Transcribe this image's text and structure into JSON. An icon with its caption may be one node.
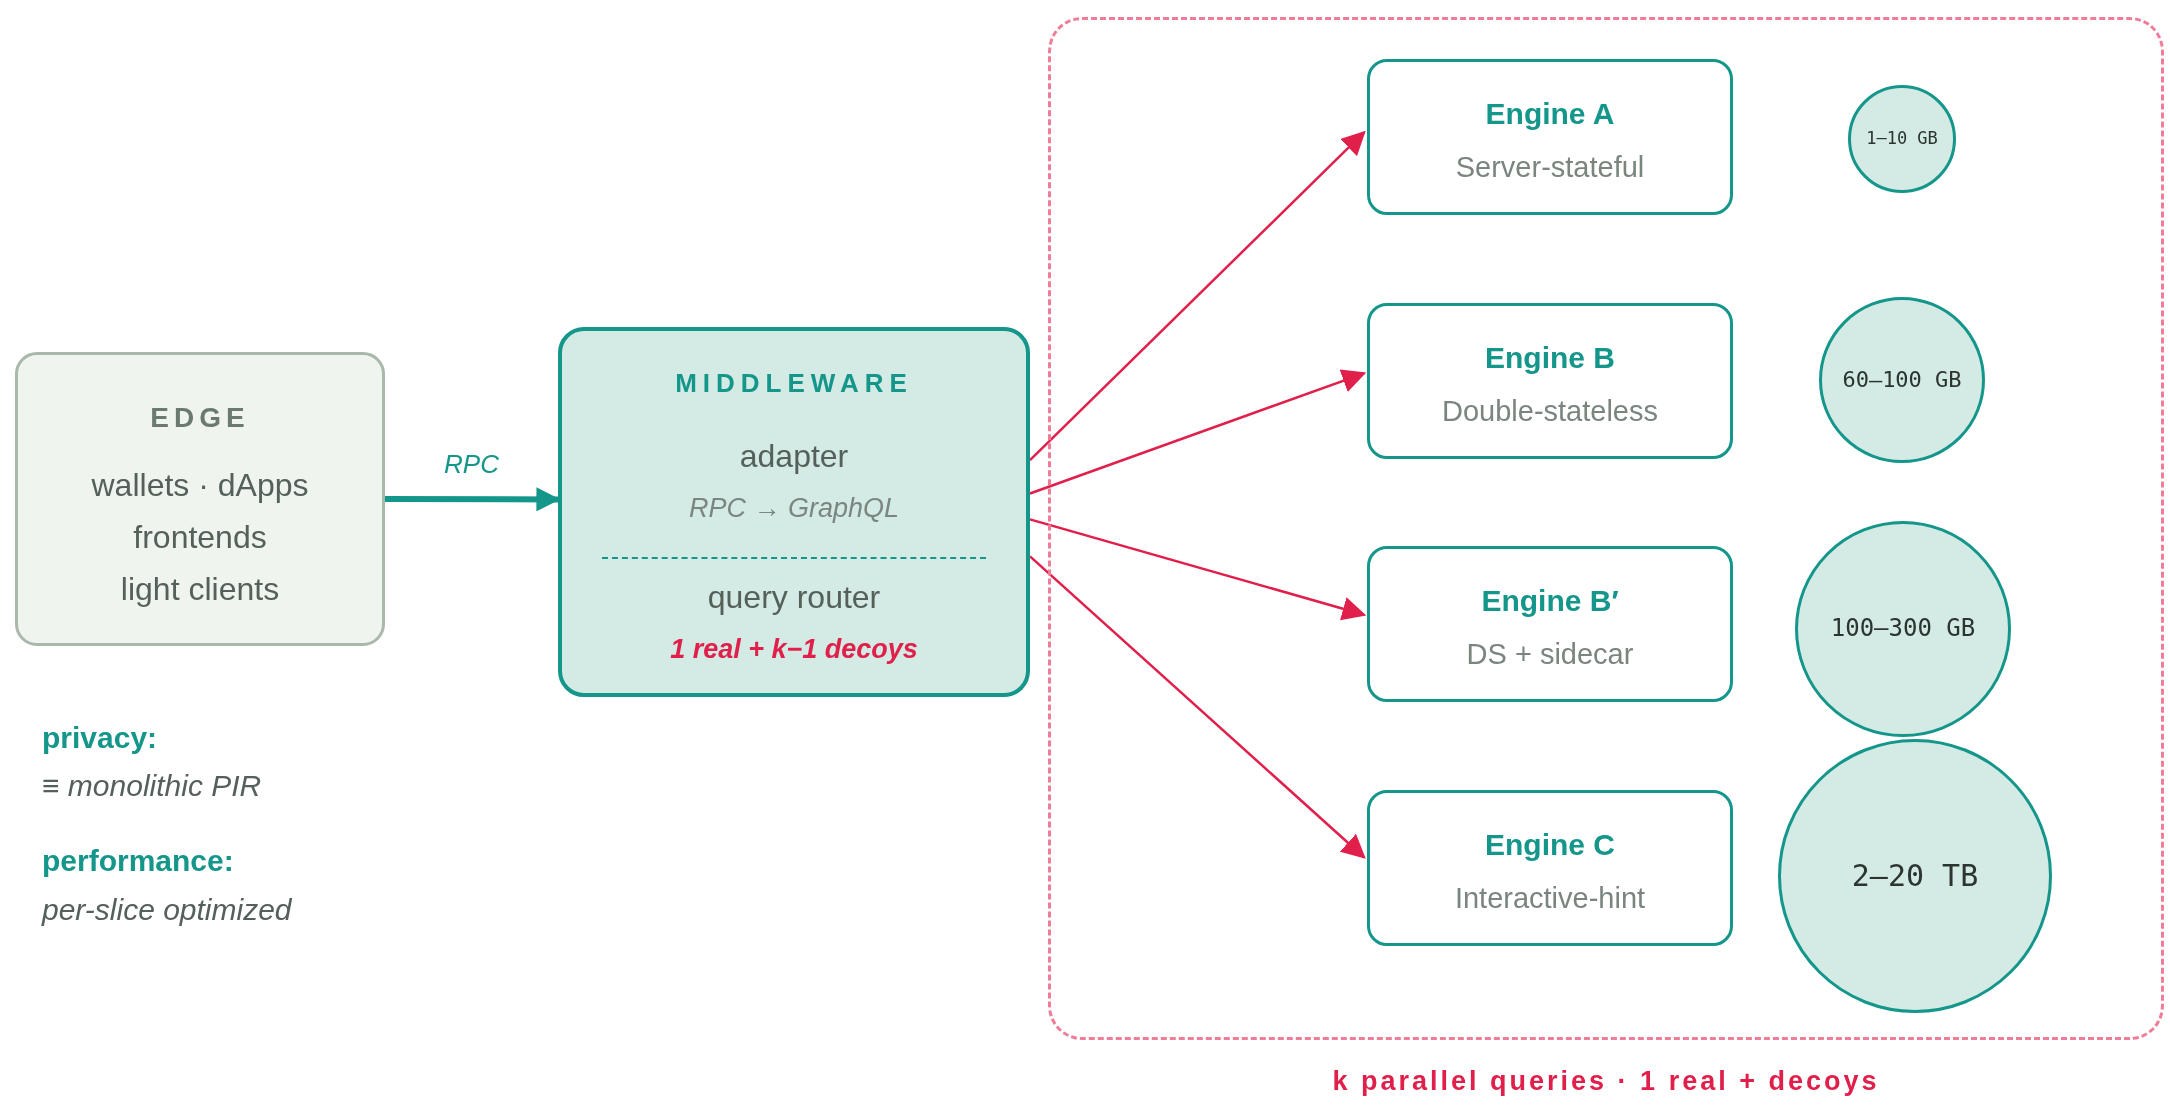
{
  "diagram": {
    "nodes": [
      {
        "text": [
          "EDGE",
          "wallets · dApps",
          "frontends",
          "light clients"
        ]
      },
      {
        "text": [
          "MIDDLEWARE",
          "adapter",
          "RPC → GraphQL",
          "query router",
          "1 real + k−1 decoys"
        ]
      },
      {
        "text": [
          "k parallel queries · 1 real + decoys"
        ]
      },
      {
        "text": [
          "Engine A",
          "Server-stateful"
        ],
        "in": 2
      },
      {
        "text": [
          "Engine B",
          "Double-stateless"
        ],
        "in": 2
      },
      {
        "text": [
          "Engine B′",
          "DS + sidecar"
        ],
        "in": 2
      },
      {
        "text": [
          "Engine C",
          "Interactive-hint"
        ],
        "in": 2
      },
      {
        "text": [
          "1–10 GB"
        ],
        "in": 2
      },
      {
        "text": [
          "60–100 GB"
        ],
        "in": 2
      },
      {
        "text": [
          "100–300 GB"
        ],
        "in": 2
      },
      {
        "text": [
          "2–20 TB"
        ],
        "in": 2
      }
    ],
    "edges": [
      {
        "from": 0,
        "to": 1,
        "arrow": "to",
        "label": "RPC",
        "style": "thick",
        "color": "#14968a"
      },
      {
        "from": 1,
        "to": 3,
        "arrow": "to"
      },
      {
        "from": 1,
        "to": 4,
        "arrow": "to"
      },
      {
        "from": 1,
        "to": 5,
        "arrow": "to"
      },
      {
        "from": 1,
        "to": 6,
        "arrow": "to"
      }
    ],
    "labels": [
      "privacy:",
      "≡ monolithic PIR",
      "performance:",
      "per-slice optimized"
    ]
  }
}
